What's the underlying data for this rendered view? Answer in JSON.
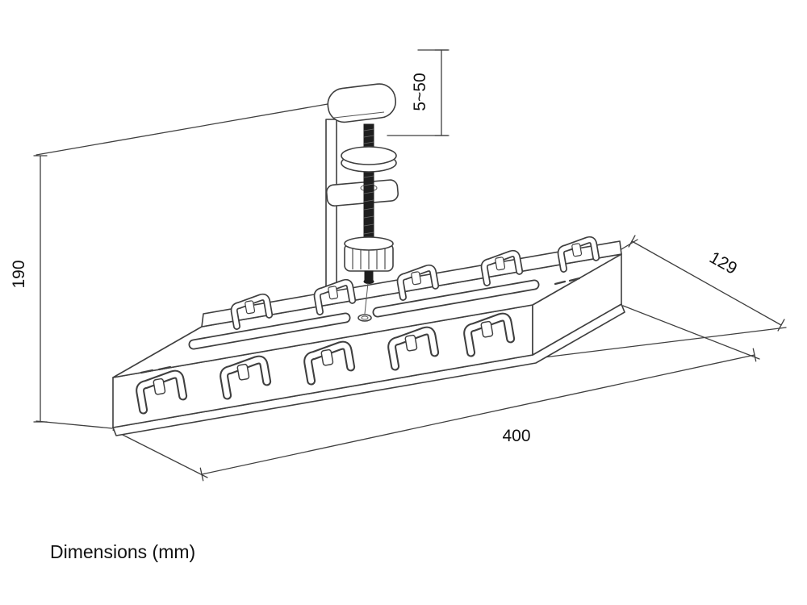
{
  "drawing": {
    "caption": "Dimensions (mm)",
    "dimensions": {
      "clamp_range": "5~50",
      "height": "190",
      "depth": "129",
      "length": "400"
    },
    "colors": {
      "background": "#ffffff",
      "line": "#3f3f3f",
      "text": "#111111",
      "screw_dark": "#1e1e1e"
    }
  }
}
